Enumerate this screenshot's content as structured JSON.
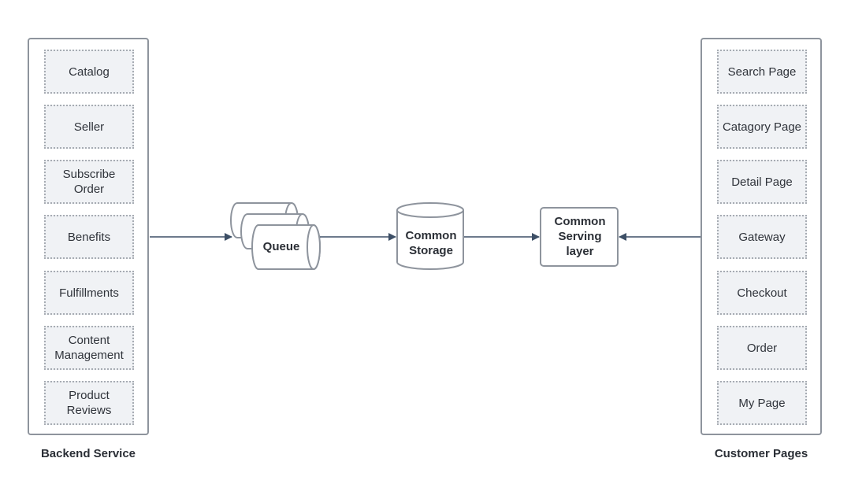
{
  "backend": {
    "label": "Backend Service",
    "items": [
      {
        "line1": "Catalog",
        "line2": ""
      },
      {
        "line1": "Seller",
        "line2": ""
      },
      {
        "line1": "Subscribe",
        "line2": "Order"
      },
      {
        "line1": "Benefits",
        "line2": ""
      },
      {
        "line1": "Fulfillments",
        "line2": ""
      },
      {
        "line1": "Content",
        "line2": "Management"
      },
      {
        "line1": "Product",
        "line2": "Reviews"
      }
    ]
  },
  "customer": {
    "label": "Customer Pages",
    "items": [
      {
        "line1": "Search Page",
        "line2": ""
      },
      {
        "line1": "Catagory Page",
        "line2": ""
      },
      {
        "line1": "Detail Page",
        "line2": ""
      },
      {
        "line1": "Gateway",
        "line2": ""
      },
      {
        "line1": "Checkout",
        "line2": ""
      },
      {
        "line1": "Order",
        "line2": ""
      },
      {
        "line1": "My Page",
        "line2": ""
      }
    ]
  },
  "queue": {
    "label": "Queue"
  },
  "storage": {
    "line1": "Common",
    "line2": "Storage"
  },
  "serving": {
    "line1": "Common",
    "line2": "Serving",
    "line3": "layer"
  },
  "colors": {
    "stroke": "#8e949d",
    "item_fill": "#f0f2f5",
    "arrow": "#3d4f66",
    "text": "#2b2f36"
  }
}
